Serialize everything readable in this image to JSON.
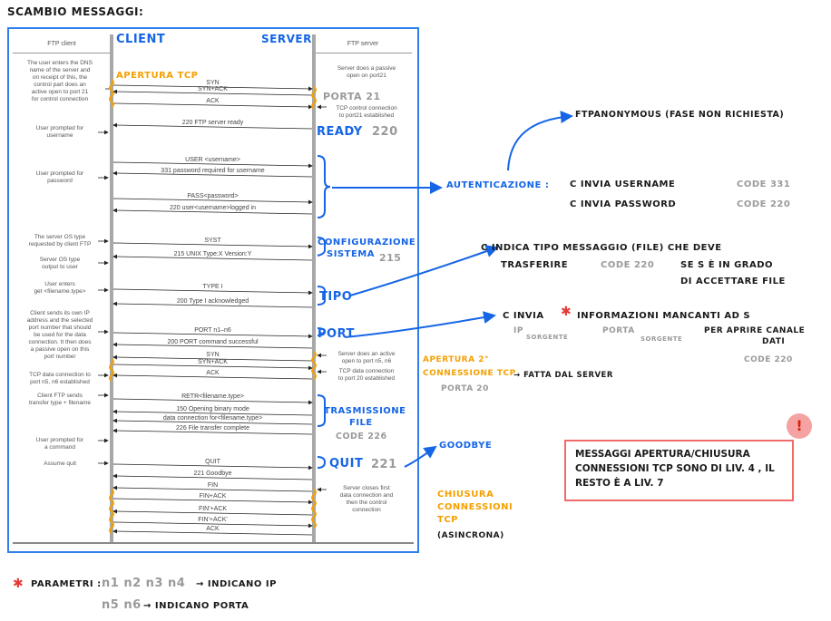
{
  "page_title": "SCAMBIO MESSAGGI:",
  "diagram": {
    "header_left": "FTP client",
    "header_right": "FTP server",
    "label_client": "CLIENT",
    "label_server": "SERVER",
    "client_notes": [
      "The user enters the DNS\nname of the server and\non receipt of this, the\ncontrol part does an\nactive open to port 21\nfor control connection",
      "User prompted for\nusername",
      "User prompted for\npassword",
      "The server OS type\nrequested by client FTP",
      "Server OS type\noutput to user",
      "User enters\nget <filename.type>",
      "Client sends its own IP\naddress and the selected\nport number that should\nbe used for the data\nconnection. It then does\na passive open on this\nport number",
      "TCP data connection to\nport n5, n6 established",
      "Client FTP sends\ntransfer type + filename",
      "User prompted for\na command",
      "Assume quit"
    ],
    "server_notes": [
      "Server does a passive\nopen on port21",
      "TCP control connection\nto port21 established",
      "Server does an active\nopen to port n5, n6",
      "TCP data connection\nto port 20 established",
      "Server closes first\ndata connection and\nthen the control\nconnection"
    ],
    "messages": [
      {
        "label": "SYN",
        "dir": "right"
      },
      {
        "label": "SYN+ACK",
        "dir": "left"
      },
      {
        "label": "ACK",
        "dir": "right"
      },
      {
        "label": "220 FTP server ready",
        "dir": "left"
      },
      {
        "label": "USER <username>",
        "dir": "right"
      },
      {
        "label": "331 password required for username",
        "dir": "left"
      },
      {
        "label": "PASS<password>",
        "dir": "right"
      },
      {
        "label": "220 user<username>logged in",
        "dir": "left"
      },
      {
        "label": "SYST",
        "dir": "right"
      },
      {
        "label": "215 UNIX Type:X Version:Y",
        "dir": "left"
      },
      {
        "label": "TYPE I",
        "dir": "right"
      },
      {
        "label": "200 Type I acknowledged",
        "dir": "left"
      },
      {
        "label": "PORT n1–n6",
        "dir": "right"
      },
      {
        "label": "200 PORT command successful",
        "dir": "left"
      },
      {
        "label": "SYN",
        "dir": "left"
      },
      {
        "label": "SYN+ACK",
        "dir": "right"
      },
      {
        "label": "ACK",
        "dir": "left"
      },
      {
        "label": "RETR<filename.type>",
        "dir": "right"
      },
      {
        "label": "150 Opening binary mode",
        "dir": "left"
      },
      {
        "label": "data connection for<filename.type>",
        "dir": "left"
      },
      {
        "label": "226 File transfer complete",
        "dir": "left"
      },
      {
        "label": "QUIT",
        "dir": "right"
      },
      {
        "label": "221 Goodbye",
        "dir": "left"
      },
      {
        "label": "FIN",
        "dir": "left"
      },
      {
        "label": "FIN+ACK",
        "dir": "right"
      },
      {
        "label": "FIN'+ACK",
        "dir": "left"
      },
      {
        "label": "FIN'+ACK'",
        "dir": "right"
      },
      {
        "label": "ACK",
        "dir": "left"
      }
    ]
  },
  "annotations": {
    "apertura_tcp": "APERTURA TCP",
    "porta_21": "PORTA 21",
    "ready": "READY",
    "ready_code": "220",
    "configurazione": "CONFIGURAZIONE",
    "sistema": "SISTEMA",
    "sistema_code": "215",
    "tipo": "TIPO",
    "port": "PORT",
    "apertura_2": "APERTURA 2°",
    "connessione_tcp": "CONNESSIONE TCP",
    "fatta_dal_server": "→ FATTA DAL SERVER",
    "porta_20": "PORTA 20",
    "trasmissione": "TRASMISSIONE",
    "file": "FILE",
    "file_code": "CODE 226",
    "quit": "QUIT",
    "quit_code": "221",
    "goodbye": "GOODBYE",
    "chiusura": "CHIUSURA",
    "connessioni": "CONNESSIONI",
    "tcp": "TCP",
    "asincrona": "(ASINCRONA)",
    "ftp_anonymous": "FTPANONYMOUS (FASE NON RICHIESTA)",
    "autenticazione": "AUTENTICAZIONE :",
    "invia_username": "C INVIA USERNAME",
    "code_331": "CODE 331",
    "invia_password": "C INVIA PASSWORD",
    "code_220": "CODE 220",
    "indica_tipo_1": "C INDICA TIPO MESSAGGIO (FILE) CHE DEVE",
    "indica_tipo_2a": "TRASFERIRE",
    "indica_tipo_code": "CODE 220",
    "indica_tipo_2b": "SE S È IN GRADO",
    "indica_tipo_3": "DI ACCETTARE FILE",
    "invia_info_1a": "C INVIA",
    "invia_info_1b": "INFORMAZIONI MANCANTI AD S",
    "ip": "IP",
    "sorgente": "SORGENTE",
    "porta": "PORTA",
    "sorgente2": "SORGENTE",
    "per_aprire": "PER APRIRE CANALE",
    "dati": "DATI",
    "invia_info_code": "CODE 220",
    "callout": "MESSAGGI APERTURA/CHIUSURA CONNESSIONI TCP SONO DI LIV. 4 , IL RESTO È A LIV. 7",
    "callout_mark": "!",
    "parametri_star": "✱",
    "parametri": "PARAMETRI :",
    "n1n4": "n1 n2 n3 n4",
    "indicano_ip": "→ INDICANO IP",
    "n5n6": "n5 n6",
    "indicano_porta": "→ INDICANO PORTA",
    "asterisk": "✱"
  },
  "colors": {
    "blue": "#1565e6",
    "orange": "#f5a000",
    "gray": "#9a9a9a",
    "red": "#f06a6a"
  }
}
